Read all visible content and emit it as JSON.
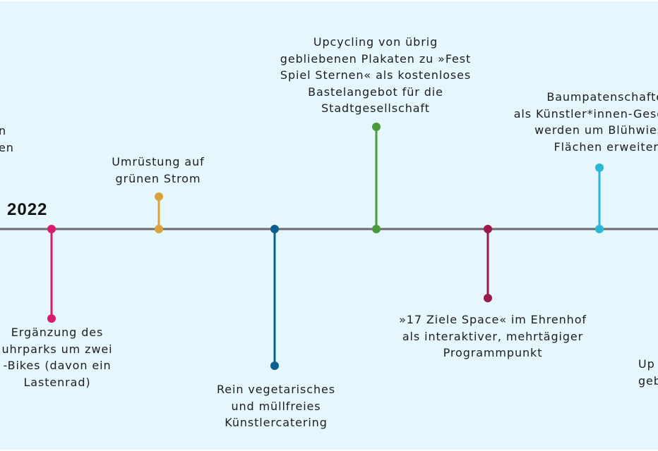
{
  "year": "2022",
  "colors": {
    "background": "#e6f6fd",
    "axis": "#6b6b6b",
    "text": "#1e1e1e"
  },
  "milestones": [
    {
      "text": "n\nen",
      "color": "",
      "position": "above"
    },
    {
      "text": "Ergänzung des\nuhrparks um zwei\n-Bikes (davon ein\nLastenrad)",
      "color": "#d91b6f",
      "position": "below"
    },
    {
      "text": "Umrüstung auf\ngrünen Strom",
      "color": "#d9a23b",
      "position": "above"
    },
    {
      "text": "Rein vegetarisches\nund müllfreies\nKünstlercatering",
      "color": "#0a5f8e",
      "position": "below"
    },
    {
      "text": "Upcycling von übrig\ngebliebenen Plakaten zu »Fest\nSpiel Sternen« als kostenloses\nBastelangebot für die\nStadtgesellschaft",
      "color": "#4a9c3a",
      "position": "above"
    },
    {
      "text": "»17 Ziele Space« im Ehrenhof\nals interaktiver, mehrtägiger\nProgrammpunkt",
      "color": "#9c1a4a",
      "position": "below"
    },
    {
      "text": "Baumpatenschafte\nals Künstler*innen-Gesc\nwerden um Blühwies\nFlächen erweitert",
      "color": "#2bb8d6",
      "position": "above"
    },
    {
      "text": "Up\ngeb",
      "color": "",
      "position": "below"
    }
  ]
}
